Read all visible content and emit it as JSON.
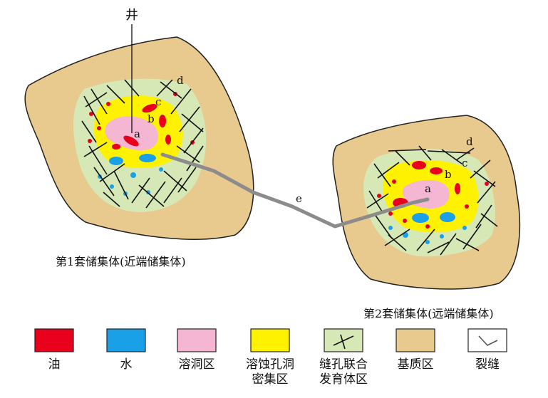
{
  "well_label": "井",
  "zone_letters": {
    "a": "a",
    "b": "b",
    "c": "c",
    "d": "d",
    "e": "e"
  },
  "captions": {
    "body1": "第1套储集体(近端储集体)",
    "body2": "第2套储集体(远端储集体)"
  },
  "legend": [
    {
      "key": "oil",
      "label": "油",
      "color": "#e8001c"
    },
    {
      "key": "water",
      "label": "水",
      "color": "#1aa0e6"
    },
    {
      "key": "cave",
      "label": "溶洞区",
      "color": "#f4b6d2"
    },
    {
      "key": "pore",
      "label": "溶蚀孔洞\n密集区",
      "color": "#fff200"
    },
    {
      "key": "fracture",
      "label": "缝孔联合\n发育体区",
      "color": "#d6e8b6"
    },
    {
      "key": "matrix",
      "label": "基质区",
      "color": "#e8c98e"
    },
    {
      "key": "crack",
      "label": "裂缝",
      "color": "#ffffff"
    }
  ],
  "colors": {
    "outline": "#222222",
    "channel": "#8c8c8c"
  }
}
